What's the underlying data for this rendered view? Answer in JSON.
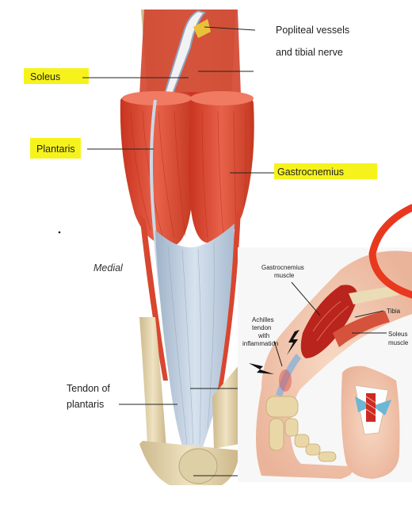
{
  "main_labels": {
    "popliteal_line1": "Popliteal vessels",
    "popliteal_line2": "and tibial nerve",
    "soleus": "Soleus",
    "plantaris": "Plantaris",
    "gastrocnemius": "Gastrocnemius",
    "medial": "Medial",
    "tendon_line1": "Tendon of",
    "tendon_line2": "plantaris"
  },
  "inset_labels": {
    "gastroc_line1": "Gastrocnemius",
    "gastroc_line2": "muscle",
    "tibia": "Tibia",
    "soleus_line1": "Soleus",
    "soleus_line2": "muscle",
    "achilles_line1": "Achilles",
    "achilles_line2": "tendon",
    "achilles_line3": "with",
    "achilles_line4": "inflammation"
  },
  "colors": {
    "highlight": "#f6f31c",
    "muscle": "#e2503a",
    "tendon": "#b9c9dc",
    "bone": "#e8d9b0",
    "annotation_circle": "#e8391e"
  }
}
